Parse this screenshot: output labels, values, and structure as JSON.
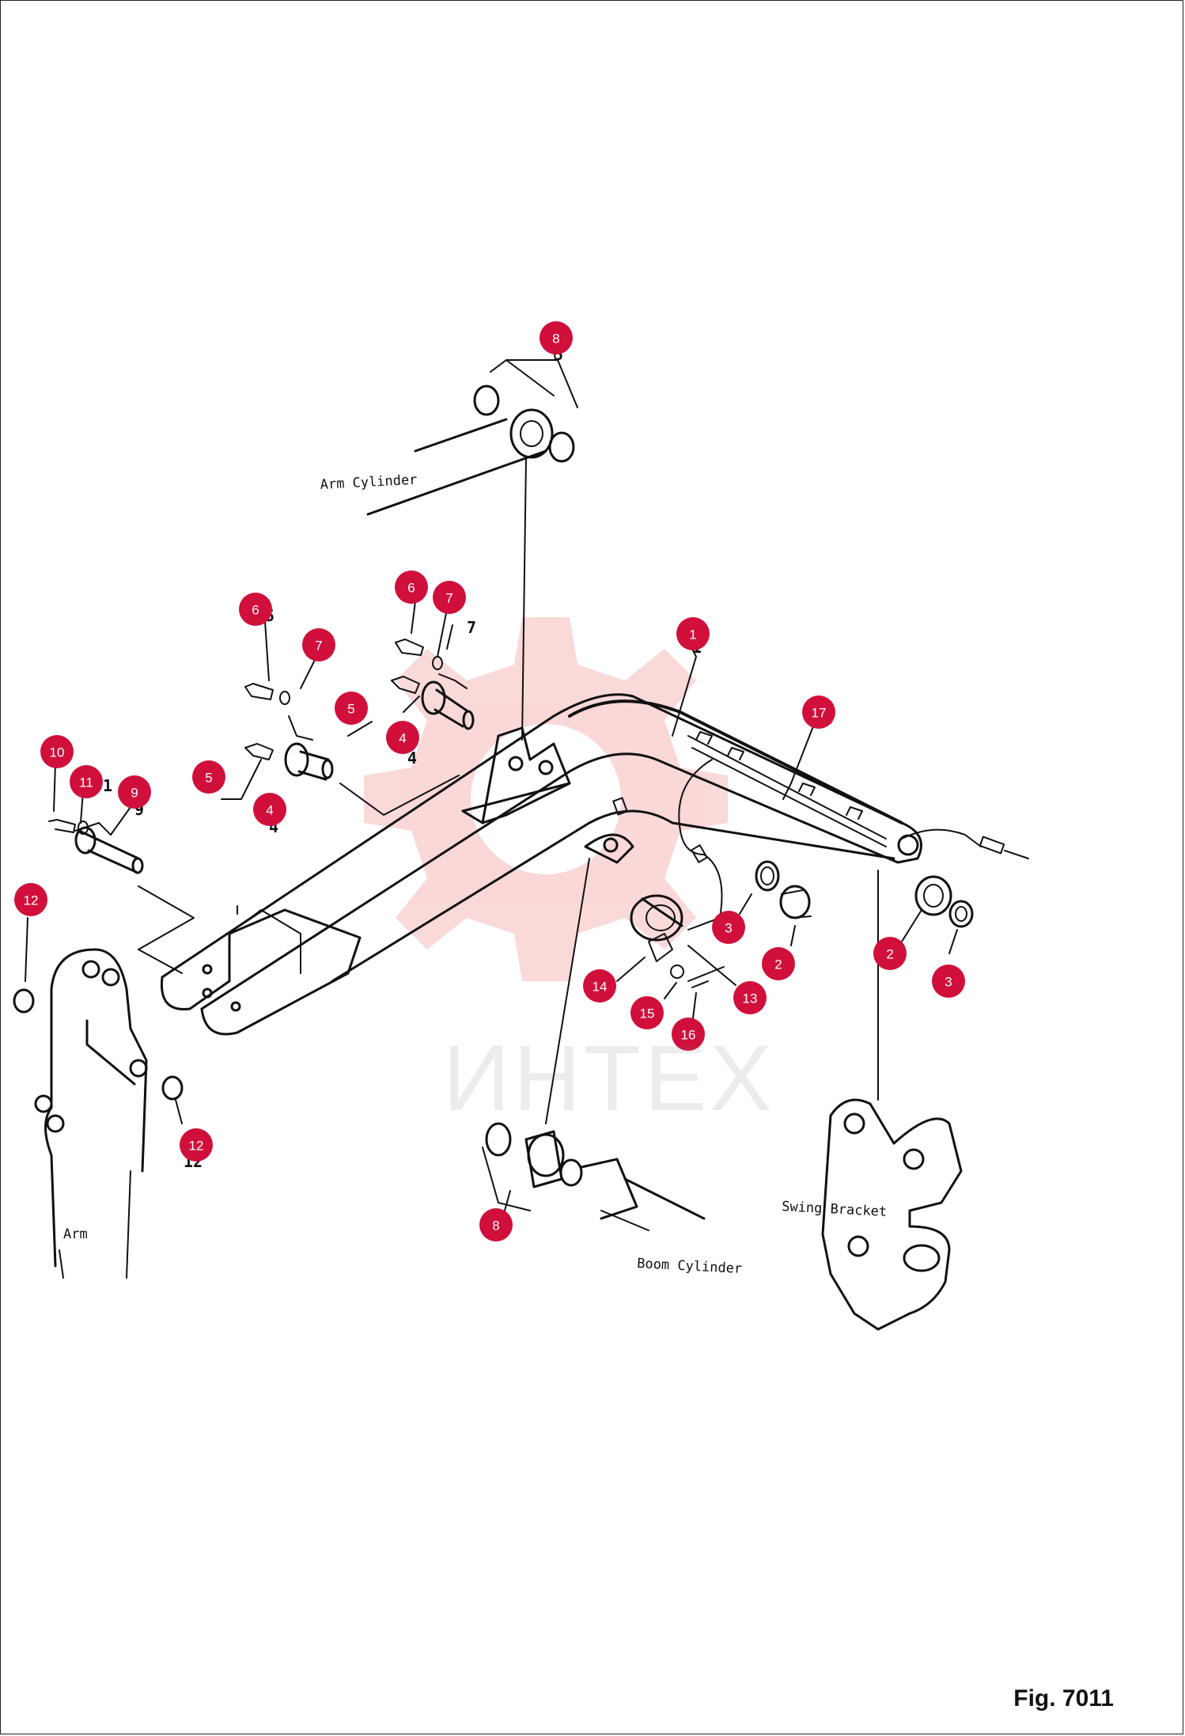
{
  "labels": {
    "arm_cylinder": "Arm Cylinder",
    "boom_cylinder": "Boom Cylinder",
    "swing_bracket": "Swing Bracket",
    "arm": "Arm"
  },
  "caption": "Fig. 7011",
  "watermark": "ИНТЕХ",
  "colors": {
    "callout": "#d0103a",
    "line": "#111111",
    "watermark": "#f3a7a7"
  },
  "callouts": [
    {
      "id": "c8a",
      "num": "8"
    },
    {
      "id": "c6a",
      "num": "6"
    },
    {
      "id": "c7a",
      "num": "7"
    },
    {
      "id": "c6b",
      "num": "6"
    },
    {
      "id": "c7b",
      "num": "7"
    },
    {
      "id": "c1",
      "num": "1"
    },
    {
      "id": "c5b",
      "num": "5"
    },
    {
      "id": "c4b",
      "num": "4"
    },
    {
      "id": "c17",
      "num": "17"
    },
    {
      "id": "c10",
      "num": "10"
    },
    {
      "id": "c11",
      "num": "11"
    },
    {
      "id": "c9",
      "num": "9"
    },
    {
      "id": "c5a",
      "num": "5"
    },
    {
      "id": "c4a",
      "num": "4"
    },
    {
      "id": "c12a",
      "num": "12"
    },
    {
      "id": "c3a",
      "num": "3"
    },
    {
      "id": "c2a",
      "num": "2"
    },
    {
      "id": "c2b",
      "num": "2"
    },
    {
      "id": "c3b",
      "num": "3"
    },
    {
      "id": "c13",
      "num": "13"
    },
    {
      "id": "c14",
      "num": "14"
    },
    {
      "id": "c15",
      "num": "15"
    },
    {
      "id": "c16",
      "num": "16"
    },
    {
      "id": "c12b",
      "num": "12"
    },
    {
      "id": "c8b",
      "num": "8"
    }
  ]
}
